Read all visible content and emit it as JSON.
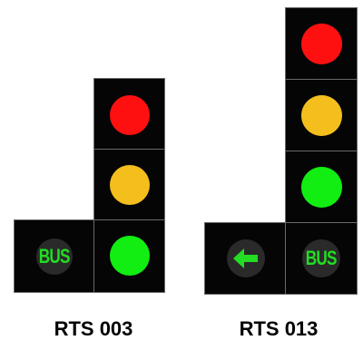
{
  "colors": {
    "housing": "#050505",
    "red": "#ff1010",
    "amber": "#f4be1c",
    "green": "#12ee12",
    "bus_text": "#22dd22",
    "bus_disc": "#2a2a2a"
  },
  "signals": [
    {
      "caption": "RTS 003",
      "lamps": [
        "red",
        "amber",
        "green"
      ],
      "side_aspects": [
        {
          "kind": "bus",
          "label": "BUS",
          "icon": "bus-text-icon"
        }
      ]
    },
    {
      "caption": "RTS 013",
      "lamps": [
        "red",
        "amber",
        "green"
      ],
      "side_aspects": [
        {
          "kind": "arrow",
          "label": "",
          "icon": "left-arrow-icon"
        },
        {
          "kind": "bus",
          "label": "BUS",
          "icon": "bus-text-icon"
        }
      ]
    }
  ]
}
